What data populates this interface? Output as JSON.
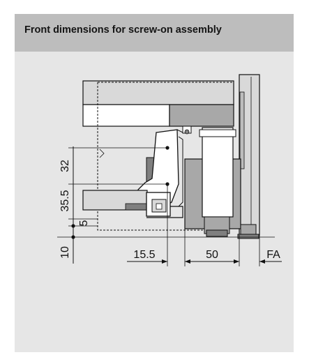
{
  "header": {
    "title": "Front dimensions for screw-on assembly"
  },
  "dimensions": {
    "d32": "32",
    "d35_5": "35.5",
    "d5": "5",
    "d10": "10",
    "d15_5": "15.5",
    "d50": "50",
    "fa": "FA"
  },
  "colors": {
    "panel_bg": "#e6e6e6",
    "header_bg": "#bdbdbd",
    "part_light": "#d9d9d9",
    "part_mid": "#a8a8a8",
    "part_dark": "#7f7f7f",
    "white": "#ffffff",
    "line": "#111111"
  }
}
